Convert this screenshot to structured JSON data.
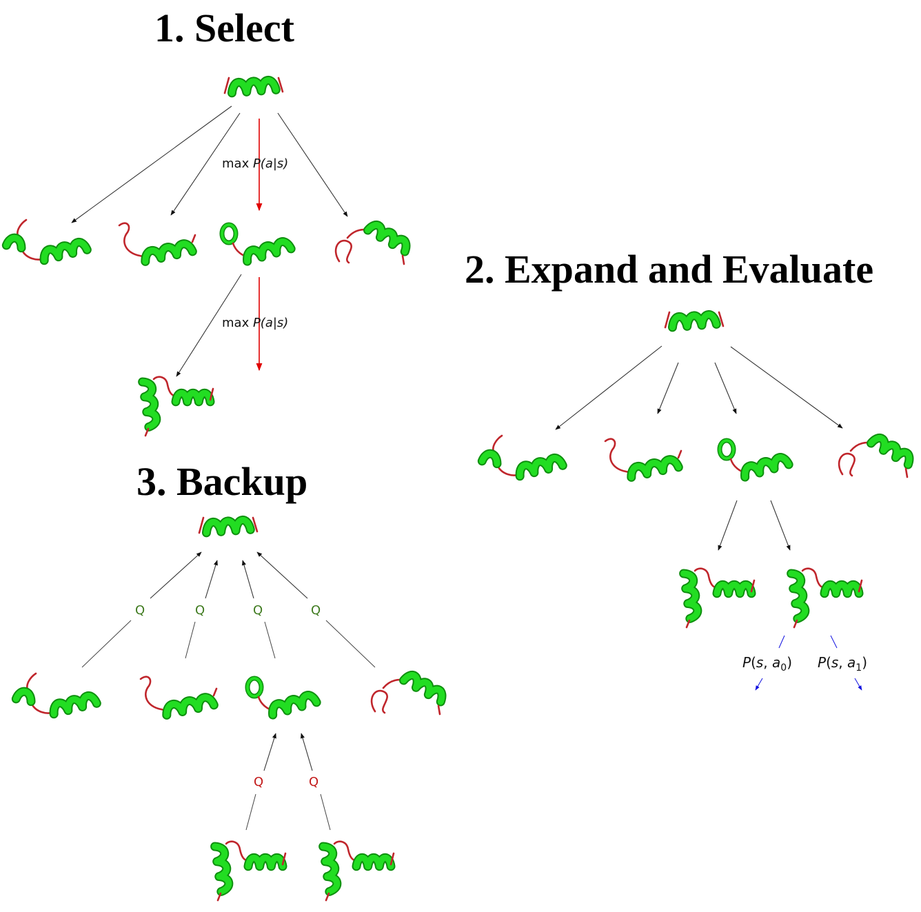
{
  "titles": {
    "select": "1. Select",
    "expand": "2. Expand and Evaluate",
    "backup": "3. Backup"
  },
  "edge_labels": {
    "select_max_prefix": "max ",
    "select_max_formula": "P(a|s)",
    "backup_q": "Q",
    "expand_prob_a0": "P(s, a0)",
    "expand_prob_a1": "P(s, a1)"
  },
  "colors": {
    "helix": "#22dd22",
    "loop": "#c0262c",
    "selected_edge": "#e00000",
    "prob_edge": "#1010e0",
    "backup_q_top": "#3e7a1e",
    "backup_q_leaf": "#c21818"
  },
  "icons": {
    "node": "protein-structure-icon"
  },
  "panels": {
    "select": {
      "children": 4,
      "grandchildren": 1,
      "selected_child": 3
    },
    "expand": {
      "children": 4,
      "grandchildren": 2
    },
    "backup": {
      "children": 4,
      "grandchildren": 2
    }
  }
}
